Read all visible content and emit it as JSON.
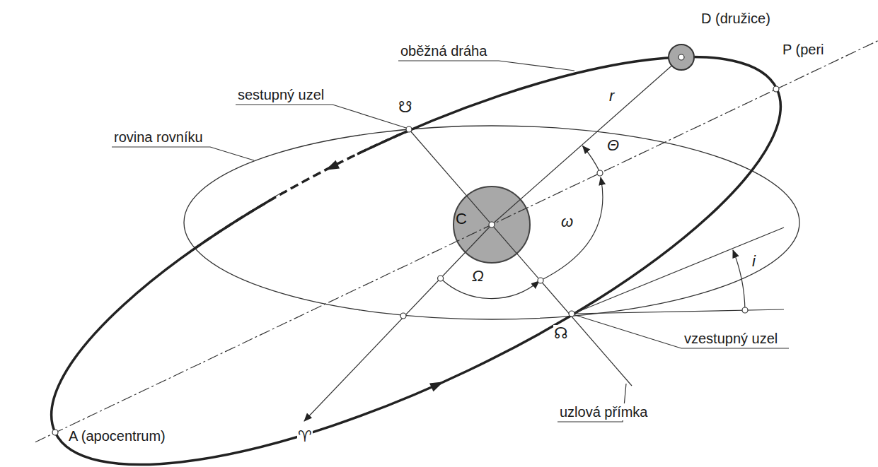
{
  "diagram": {
    "nodes": [
      {
        "text": [
          "C"
        ]
      }
    ],
    "labels": [
      "D (družice)",
      "oběžná dráha",
      "sestupný uzel",
      "☋",
      "P (peri",
      "rovina rovníku",
      "r",
      "Θ",
      "ω",
      "i",
      "Ω",
      "☊",
      "vzestupný uzel",
      "uzlová přímka",
      "A (apocentrum)",
      "♈"
    ]
  }
}
